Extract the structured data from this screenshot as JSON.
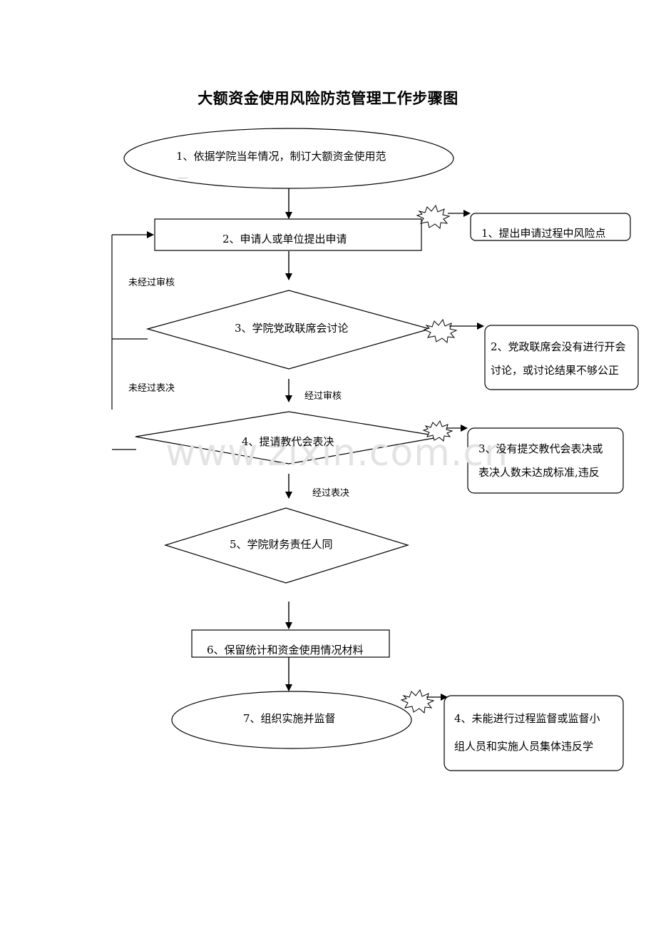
{
  "title": "大额资金使用风险防范管理工作步骤图",
  "watermark": "www.zixin.com.cn",
  "steps": {
    "s1": "1、依据学院当年情况，制订大额资金使用范",
    "s1_cut": "一",
    "s2": "2、申请人或单位提出申请",
    "s3": "3、学院党政联席会讨论",
    "s4": "4、提请教代会表决",
    "s5": "5、学院财务责任人同",
    "s6": "6、保留统计和资金使用情况材料",
    "s7": "7、组织实施并监督"
  },
  "risks": {
    "r1": "1、提出申请过程中风险点",
    "r2_line1": "2、党政联席会没有进行开会",
    "r2_line2": "讨论，或讨论结果不够公正",
    "r3_line1": "3、没有提交教代会表决或",
    "r3_line2": "表决人数未达成标准,违反",
    "r4_line1": "4、未能进行过程监督或监督小",
    "r4_line2": "组人员和实施人员集体违反学"
  },
  "edges": {
    "not_reviewed": "未经过审核",
    "not_voted": "未经过表决",
    "reviewed": "经过审核",
    "voted": "经过表决"
  }
}
